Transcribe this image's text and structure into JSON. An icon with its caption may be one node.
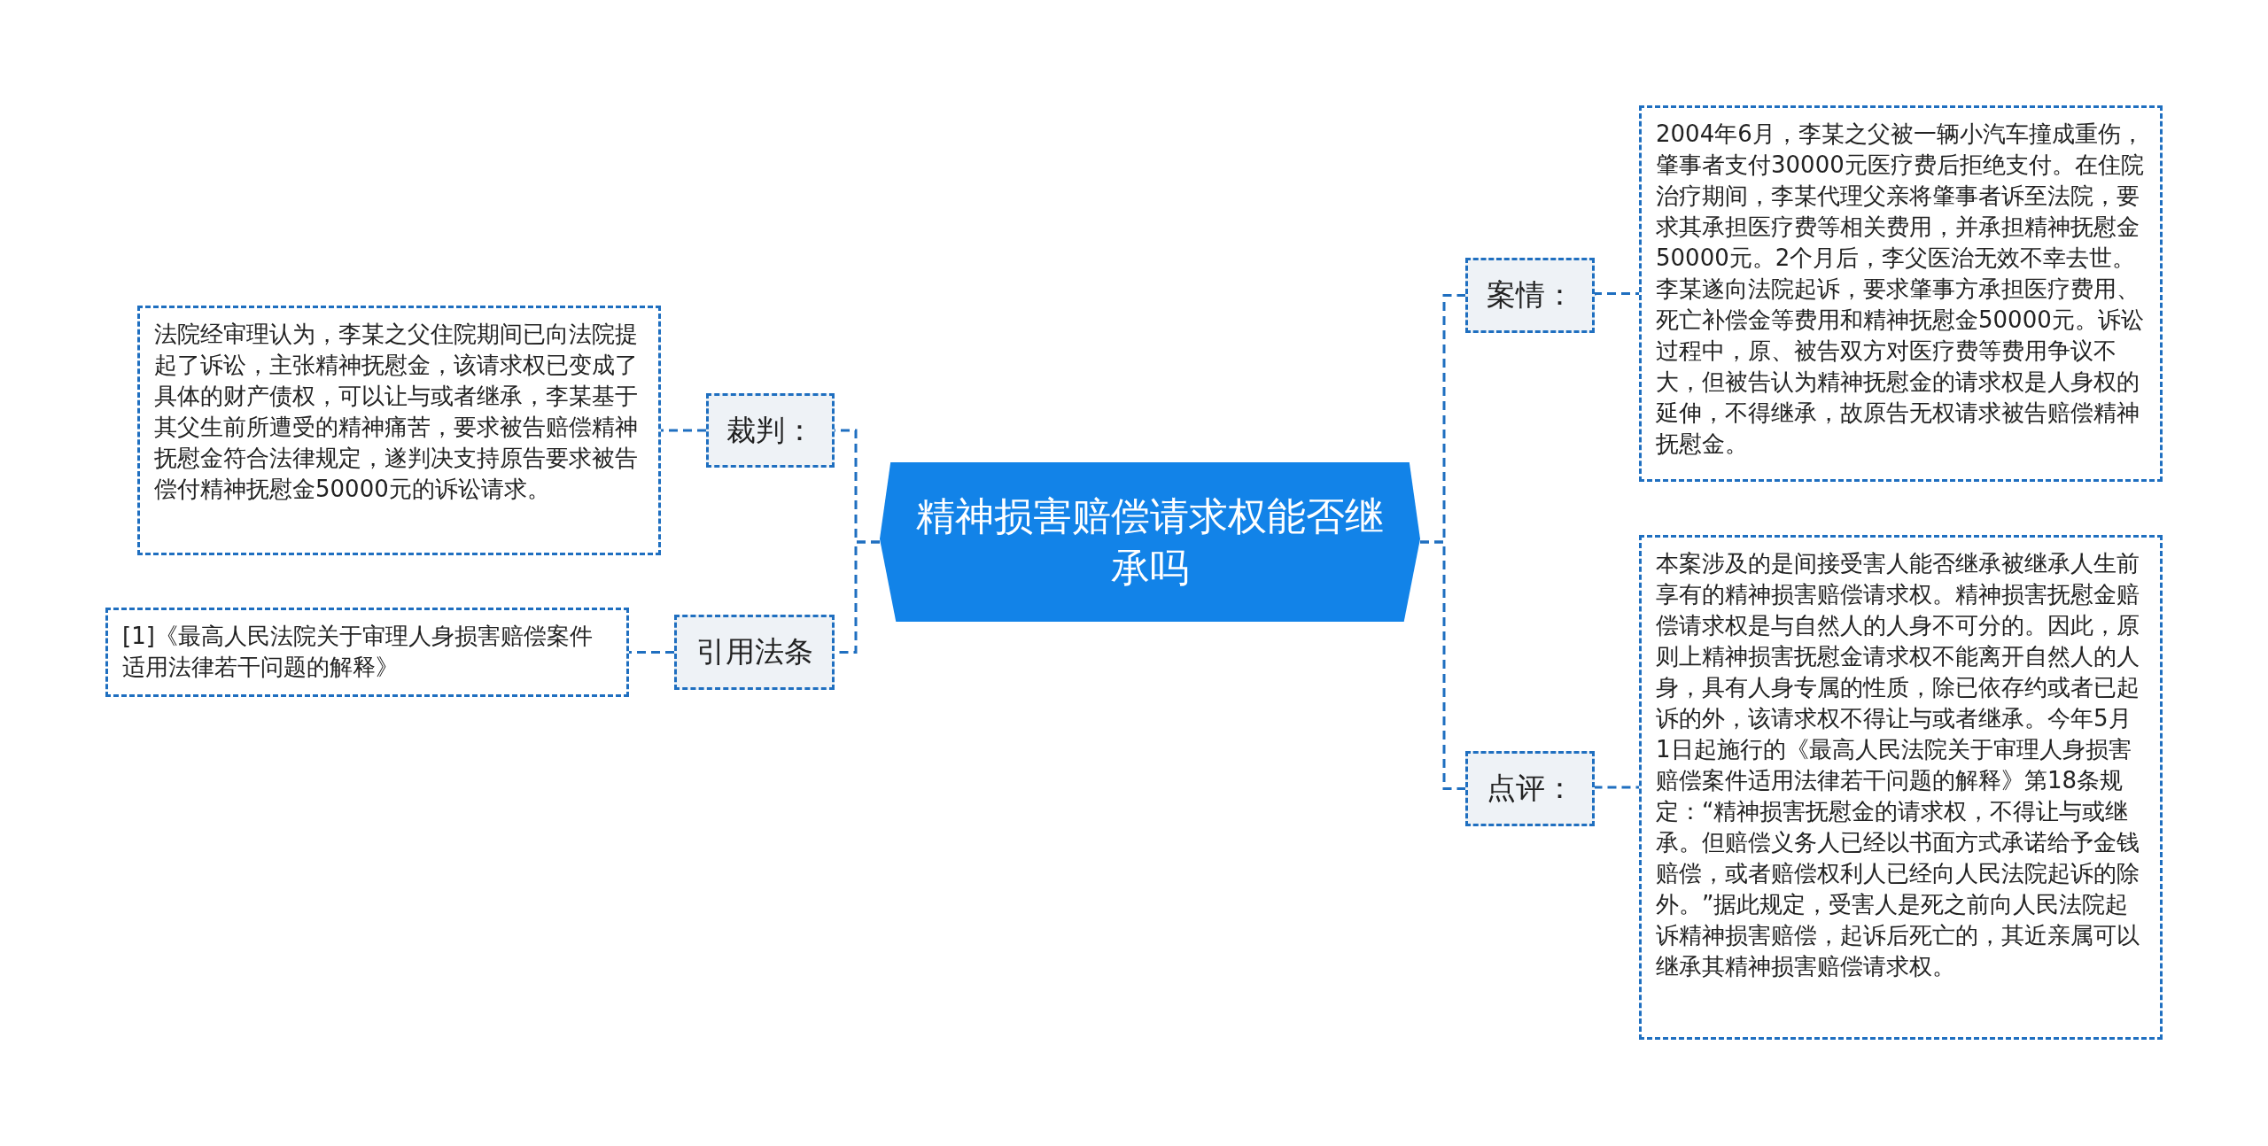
{
  "diagram": {
    "nodes": [
      {
        "text": [
          "精神损害赔偿请求权能否继承吗"
        ]
      },
      {
        "text": [
          "案情："
        ]
      },
      {
        "text": [
          "2004年6月，李某之父被一辆小汽车撞成重伤，肇事者支付30000元医疗费后拒绝支付。在住院治疗期间，李某代理父亲将肇事者诉至法院，要求其承担医疗费等相关费用，并承担精神抚慰金50000元。2个月后，李父医治无效不幸去世。李某遂向法院起诉，要求肇事方承担医疗费用、死亡补偿金等费用和精神抚慰金50000元。诉讼过程中，原、被告双方对医疗费等费用争议不大，但被告认为精神抚慰金的请求权是人身权的延伸，不得继承，故原告无权请求被告赔偿精神抚慰金。"
        ]
      },
      {
        "text": [
          "点评："
        ]
      },
      {
        "text": [
          "本案涉及的是间接受害人能否继承被继承人生前享有的精神损害赔偿请求权。精神损害抚慰金赔偿请求权是与自然人的人身不可分的。因此，原则上精神损害抚慰金请求权不能离开自然人的人身，具有人身专属的性质，除已依存约或者已起诉的外，该请求权不得让与或者继承。今年5月1日起施行的《最高人民法院关于审理人身损害赔偿案件适用法律若干问题的解释》第18条规定：“精神损害抚慰金的请求权，不得让与或继承。但赔偿义务人已经以书面方式承诺给予金钱赔偿，或者赔偿权利人已经向人民法院起诉的除外。”据此规定，受害人是死之前向人民法院起诉精神损害赔偿，起诉后死亡的，其近亲属可以继承其精神损害赔偿请求权。"
        ]
      },
      {
        "text": [
          "裁判："
        ]
      },
      {
        "text": [
          "法院经审理认为，李某之父住院期间已向法院提起了诉讼，主张精神抚慰金，该请求权已变成了具体的财产债权，可以让与或者继承，李某基于其父生前所遭受的精神痛苦，要求被告赔偿精神抚慰金符合法律规定，遂判决支持原告要求被告偿付精神抚慰金50000元的诉讼请求。"
        ]
      },
      {
        "text": [
          "引用法条"
        ]
      },
      {
        "text": [
          "[1]《最高人民法院关于审理人身损害赔偿案件适用法律若干问题的解释》"
        ]
      }
    ],
    "edges": [
      {
        "from": 0,
        "to": 1,
        "arrow": "none"
      },
      {
        "from": 1,
        "to": 2,
        "arrow": "none"
      },
      {
        "from": 0,
        "to": 3,
        "arrow": "none"
      },
      {
        "from": 3,
        "to": 4,
        "arrow": "none"
      },
      {
        "from": 0,
        "to": 5,
        "arrow": "none"
      },
      {
        "from": 5,
        "to": 6,
        "arrow": "none"
      },
      {
        "from": 0,
        "to": 7,
        "arrow": "none"
      },
      {
        "from": 7,
        "to": 8,
        "arrow": "none"
      }
    ]
  }
}
